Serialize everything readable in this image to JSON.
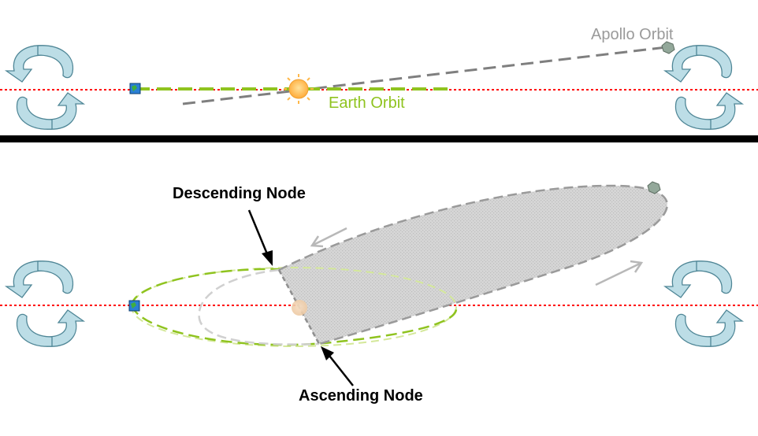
{
  "top_panel": {
    "apollo_label": "Apollo Orbit",
    "earth_label": "Earth Orbit"
  },
  "bottom_panel": {
    "descending_label": "Descending Node",
    "ascending_label": "Ascending Node"
  },
  "colors": {
    "earth_orbit": "#8fc31f",
    "apollo_orbit": "#7f7f7f",
    "apollo_label": "#9a9a9a",
    "ecliptic": "#ff0000",
    "rotation_arrow_fill": "#bcdde6",
    "rotation_arrow_stroke": "#4f8696",
    "sun": "#ffb84a",
    "divider": "#000000"
  },
  "icons": {
    "rotation": "circular-rotation-arrow-icon",
    "earth": "earth-icon",
    "apollo": "asteroid-icon",
    "sun": "sun-icon"
  }
}
